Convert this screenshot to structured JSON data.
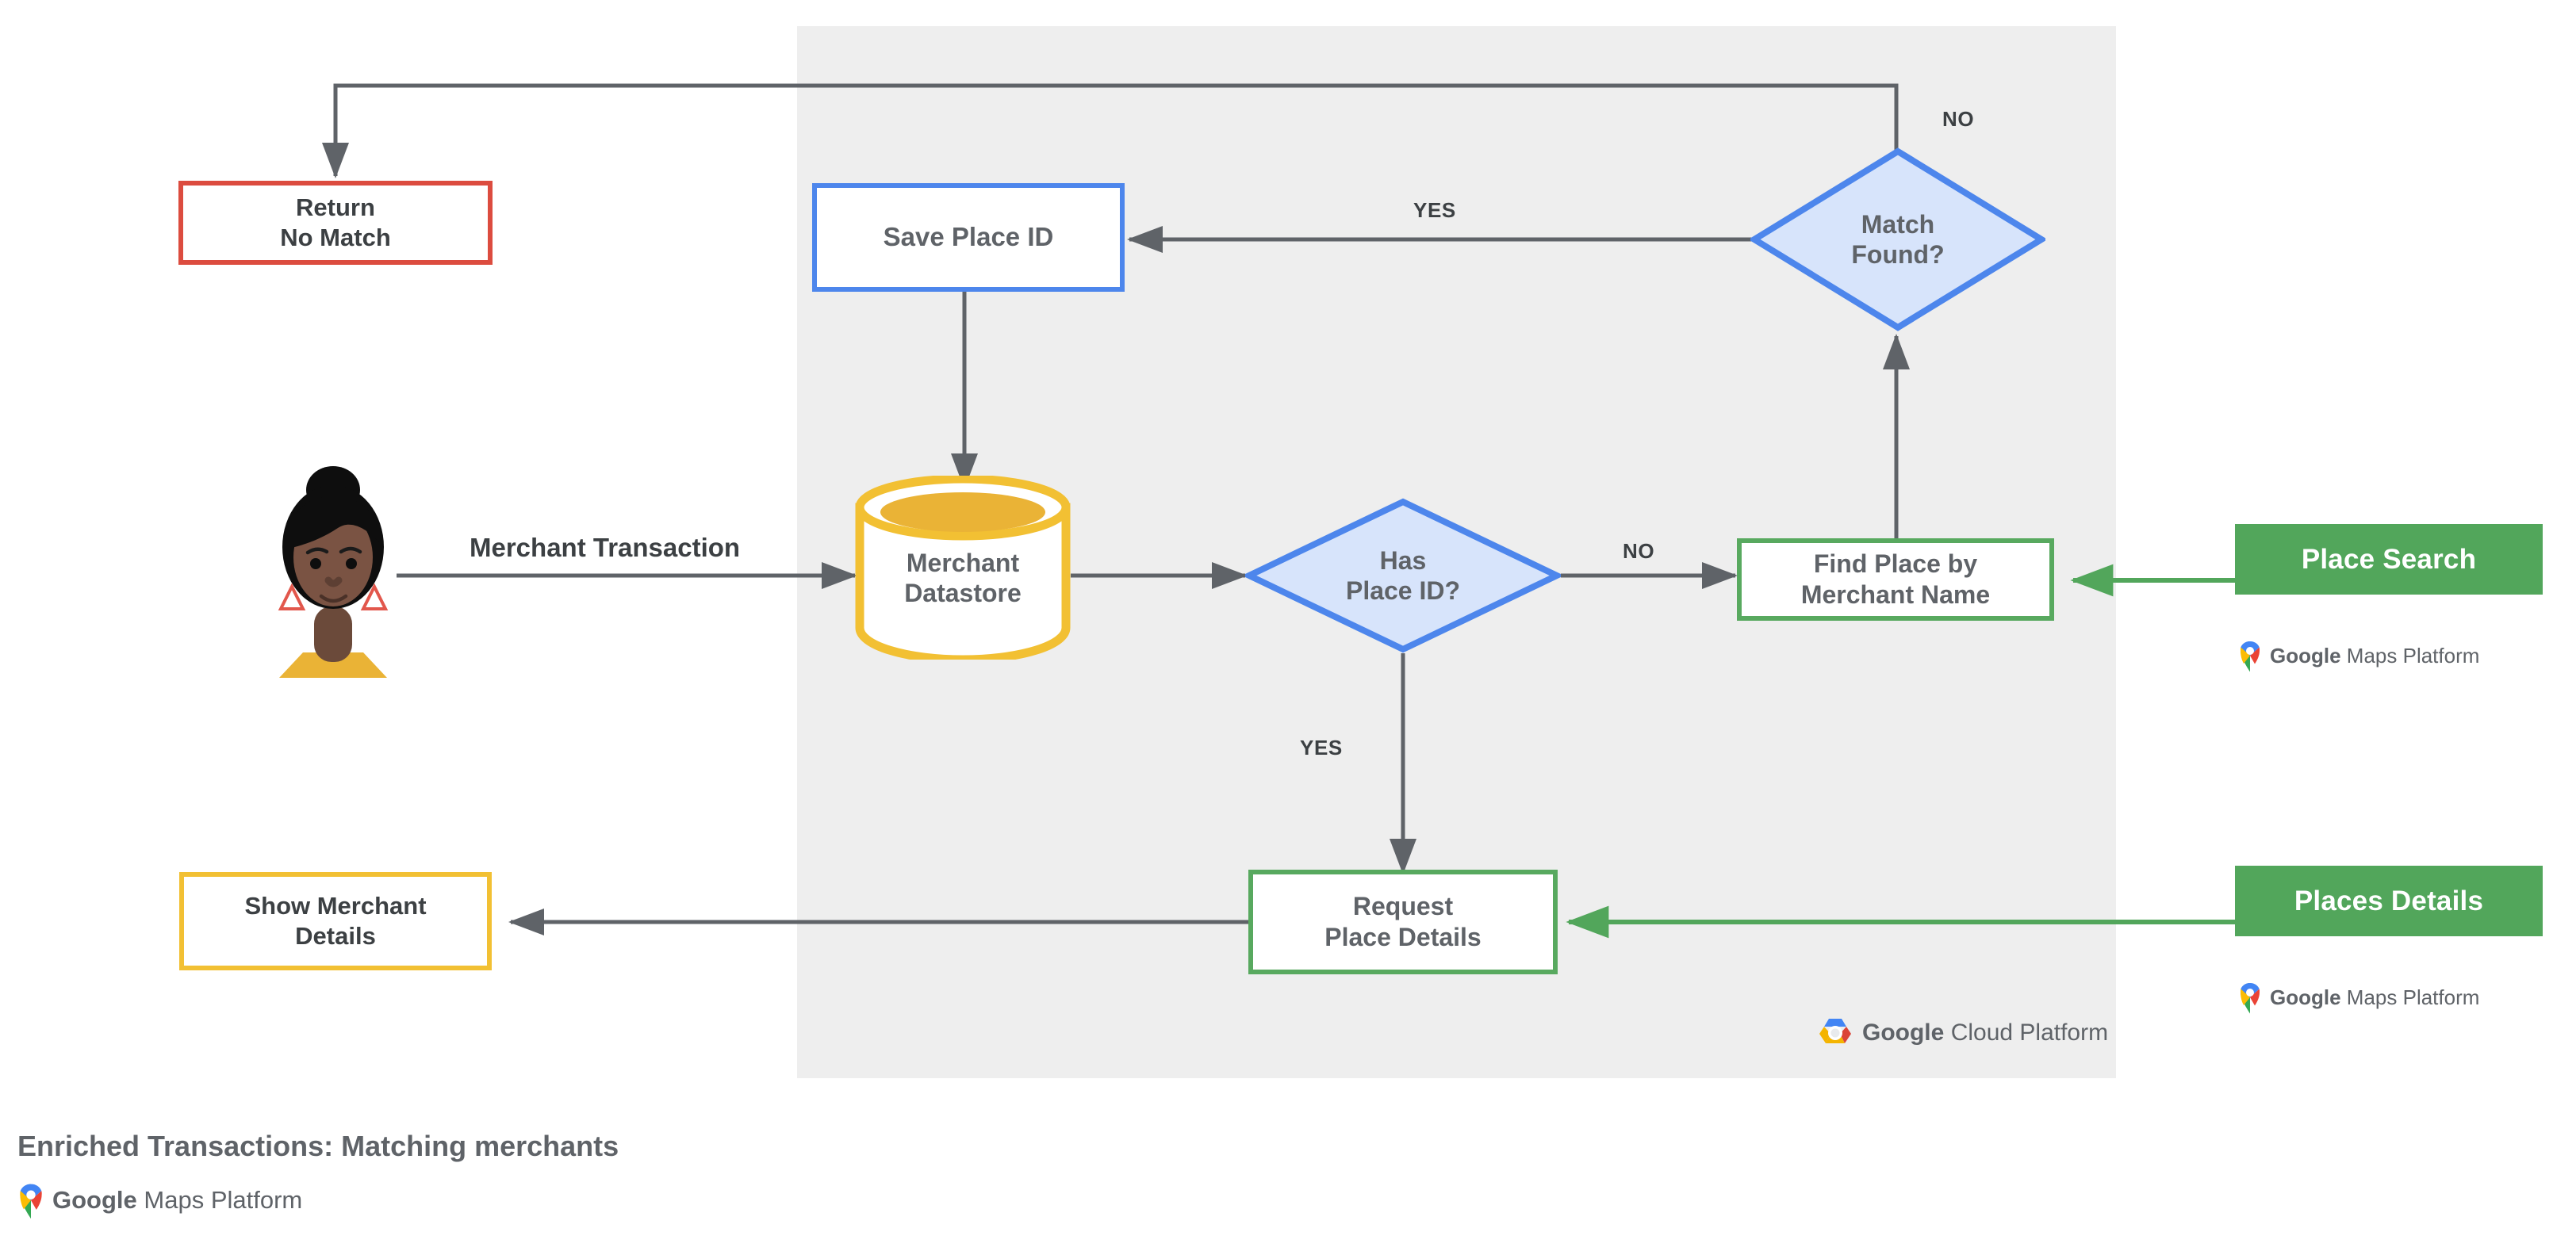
{
  "diagram": {
    "title": "Enriched Transactions: Matching merchants",
    "platform_panel_label": "Google Cloud Platform",
    "colors": {
      "panel_bg": "#eeeeee",
      "red": "#dc4c3f",
      "blue": "#4d86ec",
      "green": "#52a65b",
      "green_border": "#58a95f",
      "yellow": "#f2c033",
      "diamond_fill": "#d7e4fb",
      "wire": "#5f6368",
      "text_gray": "#5f6368",
      "text_dark": "#3c4043"
    },
    "nodes": {
      "return_no_match": {
        "label": "Return\nNo Match",
        "shape": "rect",
        "accent": "red"
      },
      "save_place_id": {
        "label": "Save Place ID",
        "shape": "rect",
        "accent": "blue"
      },
      "merchant_datastore": {
        "label": "Merchant\nDatastore",
        "shape": "cylinder",
        "accent": "yellow"
      },
      "has_place_id": {
        "label": "Has\nPlace ID?",
        "shape": "diamond",
        "accent": "blue"
      },
      "match_found": {
        "label": "Match\nFound?",
        "shape": "diamond",
        "accent": "blue"
      },
      "find_place": {
        "label": "Find Place by\nMerchant Name",
        "shape": "rect",
        "accent": "green"
      },
      "request_place_details": {
        "label": "Request\nPlace Details",
        "shape": "rect",
        "accent": "green"
      },
      "show_merchant_details": {
        "label": "Show Merchant\nDetails",
        "shape": "rect",
        "accent": "yellow"
      }
    },
    "products": {
      "place_search": {
        "label": "Place Search",
        "attribution": "Google Maps Platform"
      },
      "places_details": {
        "label": "Places Details",
        "attribution": "Google Maps Platform"
      }
    },
    "edge_labels": {
      "merchant_transaction": "Merchant Transaction",
      "has_place_id_no": "NO",
      "has_place_id_yes": "YES",
      "match_found_yes": "YES",
      "match_found_no": "NO"
    },
    "footer": {
      "title": "Enriched Transactions: Matching merchants",
      "attribution_bold": "Google",
      "attribution_rest": "Maps Platform"
    },
    "gmp_wordmark": {
      "bold": "Google",
      "rest": "Maps Platform"
    },
    "gcp_wordmark": {
      "bold": "Google",
      "rest": "Cloud Platform"
    },
    "actor": {
      "name": "merchant-customer-avatar"
    }
  }
}
